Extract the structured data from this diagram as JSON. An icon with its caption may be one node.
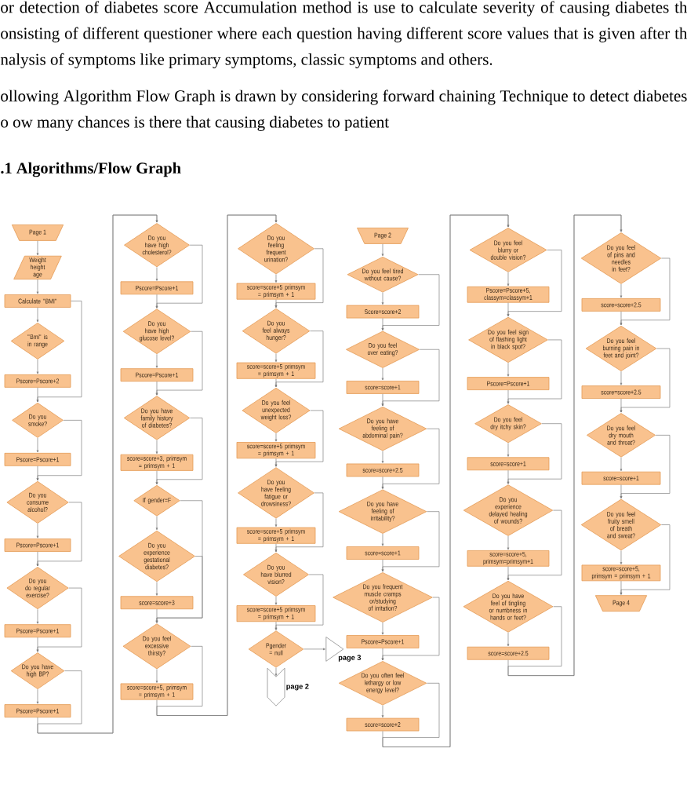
{
  "diagram": {
    "title": ".1 Algorithms/Flow Graph",
    "labels": [
      "or detection of diabetes score Accumulation method is use to calculate severity of causing diabetes th onsisting of different questioner where each question having different score values that is given after th nalysis of symptoms like primary symptoms, classic symptoms and others.",
      "ollowing Algorithm Flow Graph is drawn by considering forward chaining Technique to detect diabetes o ow many chances is there that causing diabetes to patient"
    ],
    "nodes": [
      {
        "text": [
          "Page 1"
        ]
      },
      {
        "text": [
          "Weight height age"
        ]
      },
      {
        "text": [
          "Calculate \"BMI\""
        ]
      },
      {
        "text": [
          "\"Bmi\" is in range"
        ]
      },
      {
        "text": [
          "Pscore=Pscore+2"
        ]
      },
      {
        "text": [
          "Do you smoke?"
        ]
      },
      {
        "text": [
          "Pscore=Pscore+1"
        ]
      },
      {
        "text": [
          "Do you consume alcohol?"
        ]
      },
      {
        "text": [
          "Pscore=Pscore+1"
        ]
      },
      {
        "text": [
          "Do you do regular exercise?"
        ]
      },
      {
        "text": [
          "Pscore=Pscore+1"
        ]
      },
      {
        "text": [
          "Do you have high BP?"
        ]
      },
      {
        "text": [
          "Pscore=Pscore+1"
        ]
      },
      {
        "text": [
          "Do you have high cholesterol?"
        ]
      },
      {
        "text": [
          "Pscore=Pscore+1"
        ]
      },
      {
        "text": [
          "Do you have high glucose level?"
        ]
      },
      {
        "text": [
          "Pscore=Pscore+1"
        ]
      },
      {
        "text": [
          "Do you have family history of diabetes?"
        ]
      },
      {
        "text": [
          "score=score+3, primsym = primsym + 1"
        ]
      },
      {
        "text": [
          "If gender=F"
        ]
      },
      {
        "text": [
          "Do you experience gestational diabetes?"
        ]
      },
      {
        "text": [
          "score=score+3"
        ]
      },
      {
        "text": [
          "Do you feel excessive thirsty?"
        ]
      },
      {
        "text": [
          "score=score+5, primsym = primsym + 1"
        ]
      },
      {
        "text": [
          "Do you feeling frequent urination?"
        ]
      },
      {
        "text": [
          "score=score+5 primsym = primsym + 1"
        ]
      },
      {
        "text": [
          "Do you feel always hunger?"
        ]
      },
      {
        "text": [
          "score=score+5 primsym = primsym + 1"
        ]
      },
      {
        "text": [
          "Do you feel unexpected weight loss?"
        ]
      },
      {
        "text": [
          "score=score+5 primsym = primsym + 1"
        ]
      },
      {
        "text": [
          "Do you have feeling fatigue or drowsiness?"
        ]
      },
      {
        "text": [
          "score=score+5 primsym = primsym + 1"
        ]
      },
      {
        "text": [
          "Do you have blurred vision?"
        ]
      },
      {
        "text": [
          "score=score+5 primsym = primsym + 1"
        ]
      },
      {
        "text": [
          "Pgender = null"
        ]
      },
      {
        "text": [],
        "shape": "triangle",
        "beside": [
          "page 3"
        ]
      },
      {
        "text": [],
        "shape": "pentagon",
        "beside": [
          "page 2"
        ]
      },
      {
        "text": [
          "Page 2"
        ]
      },
      {
        "text": [
          "Do you feel tired without cause?"
        ]
      },
      {
        "text": [
          "Score=score+2"
        ]
      },
      {
        "text": [
          "Do you feel over eating?"
        ]
      },
      {
        "text": [
          "score=score+1"
        ]
      },
      {
        "text": [
          "Do you have feeling of abdominal pain?"
        ]
      },
      {
        "text": [
          "score=score+2.5"
        ]
      },
      {
        "text": [
          "Do you have feeling of irritability?"
        ]
      },
      {
        "text": [
          "score=score+1"
        ]
      },
      {
        "text": [
          "Do you frequent muscle cramps or/studying of irritation?"
        ]
      },
      {
        "text": [
          "Pscore=Pscore+1"
        ]
      },
      {
        "text": [
          "Do you often feel lethargy or low energy level?"
        ]
      },
      {
        "text": [
          "score=score+2"
        ]
      },
      {
        "text": [
          "Do you feel blurry or double vision?"
        ]
      },
      {
        "text": [
          "Pscore=Pscore+5, classym=classym+1"
        ]
      },
      {
        "text": [
          "Do you feel sign of flashing light in black spot?"
        ]
      },
      {
        "text": [
          "Pscore=Pscore+1"
        ]
      },
      {
        "text": [
          "Do you feel dry itchy skin?"
        ]
      },
      {
        "text": [
          "score=score+1"
        ]
      },
      {
        "text": [
          "Do you experience delayed healing of wounds?"
        ]
      },
      {
        "text": [
          "score=score+5, primsym=primsym+1"
        ]
      },
      {
        "text": [
          "Do you have feel of tingling or numbness in hands or feet?"
        ]
      },
      {
        "text": [
          "score=score+2.5"
        ]
      },
      {
        "text": [
          "Do you feel of pins and needles in feet?"
        ]
      },
      {
        "text": [
          "score=score+2.5"
        ]
      },
      {
        "text": [
          "Do you feel burning pain in feet and joint?"
        ]
      },
      {
        "text": [
          "score=score+2.5"
        ]
      },
      {
        "text": [
          "Do you feel dry mouth and throat?"
        ]
      },
      {
        "text": [
          "score=score+1"
        ]
      },
      {
        "text": [
          "Do you feel fruity smell of breath and sweat?"
        ]
      },
      {
        "text": [
          "score=score+5, primsym = primsym + 1"
        ]
      },
      {
        "text": [
          "Page 4"
        ]
      }
    ],
    "edges": [
      {
        "from": 0,
        "to": 1,
        "arrow": "to"
      },
      {
        "from": 1,
        "to": 2,
        "arrow": "to"
      },
      {
        "from": 2,
        "to": 3,
        "arrow": "to"
      },
      {
        "from": 3,
        "to": 4,
        "arrow": "to"
      },
      {
        "from": 4,
        "to": 5,
        "arrow": "to"
      },
      {
        "from": 2,
        "to": 5,
        "arrow": "to"
      },
      {
        "from": 5,
        "to": 6,
        "arrow": "to"
      },
      {
        "from": 6,
        "to": 7,
        "arrow": "to"
      },
      {
        "from": 5,
        "to": 7,
        "arrow": "to"
      },
      {
        "from": 7,
        "to": 8,
        "arrow": "to"
      },
      {
        "from": 8,
        "to": 9,
        "arrow": "to"
      },
      {
        "from": 7,
        "to": 9,
        "arrow": "to"
      },
      {
        "from": 9,
        "to": 10,
        "arrow": "to"
      },
      {
        "from": 10,
        "to": 11,
        "arrow": "to"
      },
      {
        "from": 9,
        "to": 11,
        "arrow": "to"
      },
      {
        "from": 11,
        "to": 12,
        "arrow": "to"
      },
      {
        "from": 12,
        "to": 13,
        "arrow": "to"
      },
      {
        "from": 11,
        "to": 13,
        "arrow": "to"
      },
      {
        "from": 13,
        "to": 14,
        "arrow": "to"
      },
      {
        "from": 14,
        "to": 15,
        "arrow": "to"
      },
      {
        "from": 13,
        "to": 15,
        "arrow": "to"
      },
      {
        "from": 15,
        "to": 16,
        "arrow": "to"
      },
      {
        "from": 16,
        "to": 17,
        "arrow": "to"
      },
      {
        "from": 15,
        "to": 17,
        "arrow": "to"
      },
      {
        "from": 17,
        "to": 18,
        "arrow": "to"
      },
      {
        "from": 18,
        "to": 19,
        "arrow": "to"
      },
      {
        "from": 17,
        "to": 19,
        "arrow": "to"
      },
      {
        "from": 19,
        "to": 20,
        "arrow": "to"
      },
      {
        "from": 20,
        "to": 21,
        "arrow": "to"
      },
      {
        "from": 21,
        "to": 22,
        "arrow": "to"
      },
      {
        "from": 19,
        "to": 22,
        "arrow": "to"
      },
      {
        "from": 20,
        "to": 22,
        "arrow": "to"
      },
      {
        "from": 22,
        "to": 23,
        "arrow": "to"
      },
      {
        "from": 23,
        "to": 24,
        "arrow": "to"
      },
      {
        "from": 22,
        "to": 24,
        "arrow": "to"
      },
      {
        "from": 24,
        "to": 25,
        "arrow": "to"
      },
      {
        "from": 25,
        "to": 26,
        "arrow": "to"
      },
      {
        "from": 24,
        "to": 26,
        "arrow": "to"
      },
      {
        "from": 26,
        "to": 27,
        "arrow": "to"
      },
      {
        "from": 27,
        "to": 28,
        "arrow": "to"
      },
      {
        "from": 26,
        "to": 28,
        "arrow": "to"
      },
      {
        "from": 28,
        "to": 29,
        "arrow": "to"
      },
      {
        "from": 29,
        "to": 30,
        "arrow": "to"
      },
      {
        "from": 28,
        "to": 30,
        "arrow": "to"
      },
      {
        "from": 30,
        "to": 31,
        "arrow": "to"
      },
      {
        "from": 31,
        "to": 32,
        "arrow": "to"
      },
      {
        "from": 30,
        "to": 32,
        "arrow": "to"
      },
      {
        "from": 32,
        "to": 33,
        "arrow": "to"
      },
      {
        "from": 33,
        "to": 34,
        "arrow": "to"
      },
      {
        "from": 32,
        "to": 34,
        "arrow": "to"
      },
      {
        "from": 34,
        "to": 35,
        "arrow": "to"
      },
      {
        "from": 34,
        "to": 36,
        "arrow": "to"
      },
      {
        "from": 37,
        "to": 38,
        "arrow": "to"
      },
      {
        "from": 38,
        "to": 39,
        "arrow": "to"
      },
      {
        "from": 39,
        "to": 40,
        "arrow": "to"
      },
      {
        "from": 38,
        "to": 40,
        "arrow": "to"
      },
      {
        "from": 40,
        "to": 41,
        "arrow": "to"
      },
      {
        "from": 41,
        "to": 42,
        "arrow": "to"
      },
      {
        "from": 40,
        "to": 42,
        "arrow": "to"
      },
      {
        "from": 42,
        "to": 43,
        "arrow": "to"
      },
      {
        "from": 43,
        "to": 44,
        "arrow": "to"
      },
      {
        "from": 42,
        "to": 44,
        "arrow": "to"
      },
      {
        "from": 44,
        "to": 45,
        "arrow": "to"
      },
      {
        "from": 45,
        "to": 46,
        "arrow": "to"
      },
      {
        "from": 44,
        "to": 46,
        "arrow": "to"
      },
      {
        "from": 46,
        "to": 47,
        "arrow": "to"
      },
      {
        "from": 47,
        "to": 48,
        "arrow": "to"
      },
      {
        "from": 46,
        "to": 48,
        "arrow": "to"
      },
      {
        "from": 48,
        "to": 49,
        "arrow": "to"
      },
      {
        "from": 49,
        "to": 50,
        "arrow": "to"
      },
      {
        "from": 48,
        "to": 50,
        "arrow": "to"
      },
      {
        "from": 50,
        "to": 51,
        "arrow": "to"
      },
      {
        "from": 51,
        "to": 52,
        "arrow": "to"
      },
      {
        "from": 50,
        "to": 52,
        "arrow": "to"
      },
      {
        "from": 52,
        "to": 53,
        "arrow": "to"
      },
      {
        "from": 53,
        "to": 54,
        "arrow": "to"
      },
      {
        "from": 52,
        "to": 54,
        "arrow": "to"
      },
      {
        "from": 54,
        "to": 55,
        "arrow": "to"
      },
      {
        "from": 55,
        "to": 56,
        "arrow": "to"
      },
      {
        "from": 54,
        "to": 56,
        "arrow": "to"
      },
      {
        "from": 56,
        "to": 57,
        "arrow": "to"
      },
      {
        "from": 57,
        "to": 58,
        "arrow": "to"
      },
      {
        "from": 56,
        "to": 58,
        "arrow": "to"
      },
      {
        "from": 58,
        "to": 59,
        "arrow": "to"
      },
      {
        "from": 59,
        "to": 60,
        "arrow": "to"
      },
      {
        "from": 58,
        "to": 60,
        "arrow": "to"
      },
      {
        "from": 60,
        "to": 61,
        "arrow": "to"
      },
      {
        "from": 61,
        "to": 62,
        "arrow": "to"
      },
      {
        "from": 60,
        "to": 62,
        "arrow": "to"
      },
      {
        "from": 62,
        "to": 63,
        "arrow": "to"
      },
      {
        "from": 63,
        "to": 64,
        "arrow": "to"
      },
      {
        "from": 62,
        "to": 64,
        "arrow": "to"
      },
      {
        "from": 64,
        "to": 65,
        "arrow": "to"
      },
      {
        "from": 65,
        "to": 66,
        "arrow": "to"
      },
      {
        "from": 64,
        "to": 66,
        "arrow": "to"
      },
      {
        "from": 66,
        "to": 67,
        "arrow": "to"
      },
      {
        "from": 67,
        "to": 68,
        "arrow": "to"
      },
      {
        "from": 66,
        "to": 68,
        "arrow": "to"
      }
    ]
  }
}
